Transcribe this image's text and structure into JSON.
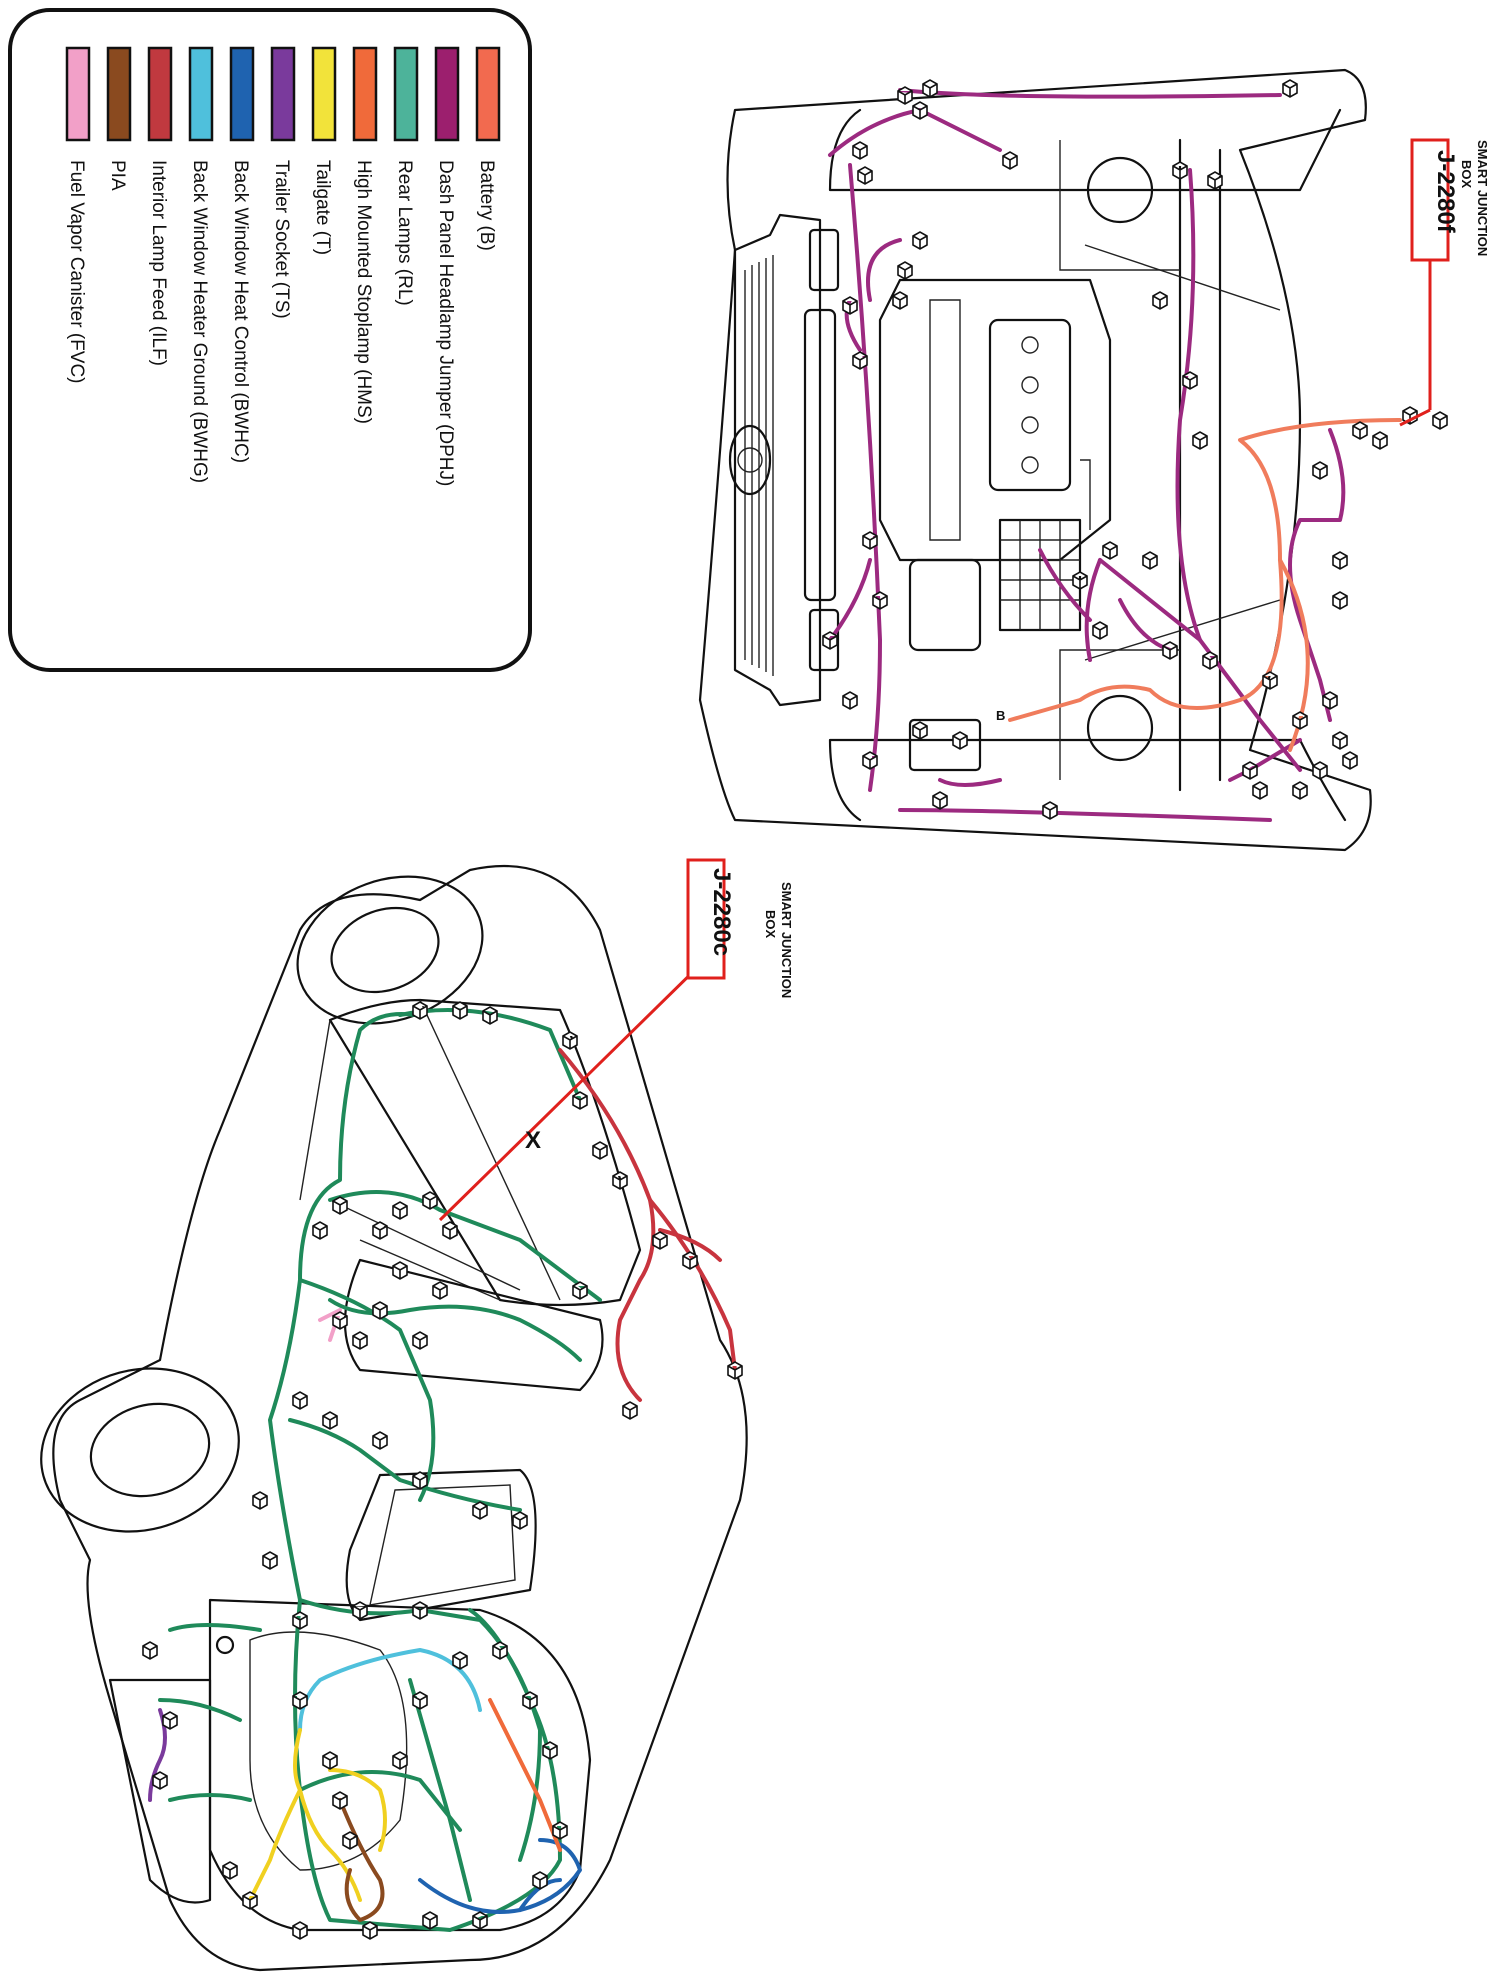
{
  "legend": {
    "items": [
      {
        "label": "Battery (B)",
        "color": "#f26a4f"
      },
      {
        "label": "Dash Panel Headlamp Jumper (DPHJ)",
        "color": "#9c1f6e"
      },
      {
        "label": "Rear Lamps (RL)",
        "color": "#4db39a"
      },
      {
        "label": "High Mounted Stoplamp (HMS)",
        "color": "#f06a3a"
      },
      {
        "label": "Tailgate (T)",
        "color": "#f2e33a"
      },
      {
        "label": "Trailer Socket  (TS)",
        "color": "#7a3a9c"
      },
      {
        "label": "Back Window Heat Control (BWHC)",
        "color": "#1f63b0"
      },
      {
        "label": "Back Window Heater Ground (BWHG)",
        "color": "#4fc0dc"
      },
      {
        "label": "Interior Lamp Feed (ILF)",
        "color": "#c0393f"
      },
      {
        "label": "PIA",
        "color": "#8a4a1f"
      },
      {
        "label": "Fuel Vapor Canister (FVC)",
        "color": "#f2a0c8"
      }
    ]
  },
  "callouts": {
    "front": {
      "id": "J-2280f",
      "line1": "SMART JUNCTION",
      "line2": "BOX"
    },
    "rear": {
      "id": "J-2280c",
      "line1": "SMART JUNCTION",
      "line2": "BOX"
    },
    "marker": "X",
    "battery_label": "B",
    "color": "#e0201c"
  },
  "colors": {
    "dphj": "#9c2a80",
    "battery": "#f07c5c",
    "rear_harness": "#1f8a5a",
    "ilf": "#c8343e",
    "bwhc": "#1f63b0",
    "bwhg": "#4fc0dc",
    "tailgate": "#f0d020",
    "pia": "#8a4a1f",
    "hms": "#f06a3a",
    "ts": "#7a3a9c",
    "fvc": "#f2a0c8"
  }
}
